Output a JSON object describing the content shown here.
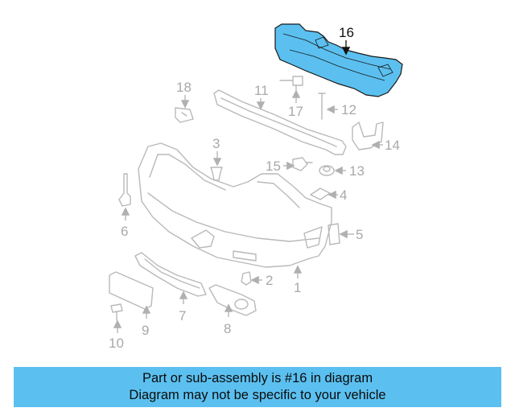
{
  "diagram": {
    "highlighted_part": "16",
    "highlight_color": "#5bc0f0",
    "callouts": [
      "1",
      "2",
      "3",
      "4",
      "5",
      "6",
      "7",
      "8",
      "9",
      "10",
      "11",
      "12",
      "13",
      "14",
      "15",
      "16",
      "17",
      "18"
    ]
  },
  "banner": {
    "line1": "Part or sub-assembly is #16 in diagram",
    "line2": "Diagram may not be specific to your vehicle"
  }
}
